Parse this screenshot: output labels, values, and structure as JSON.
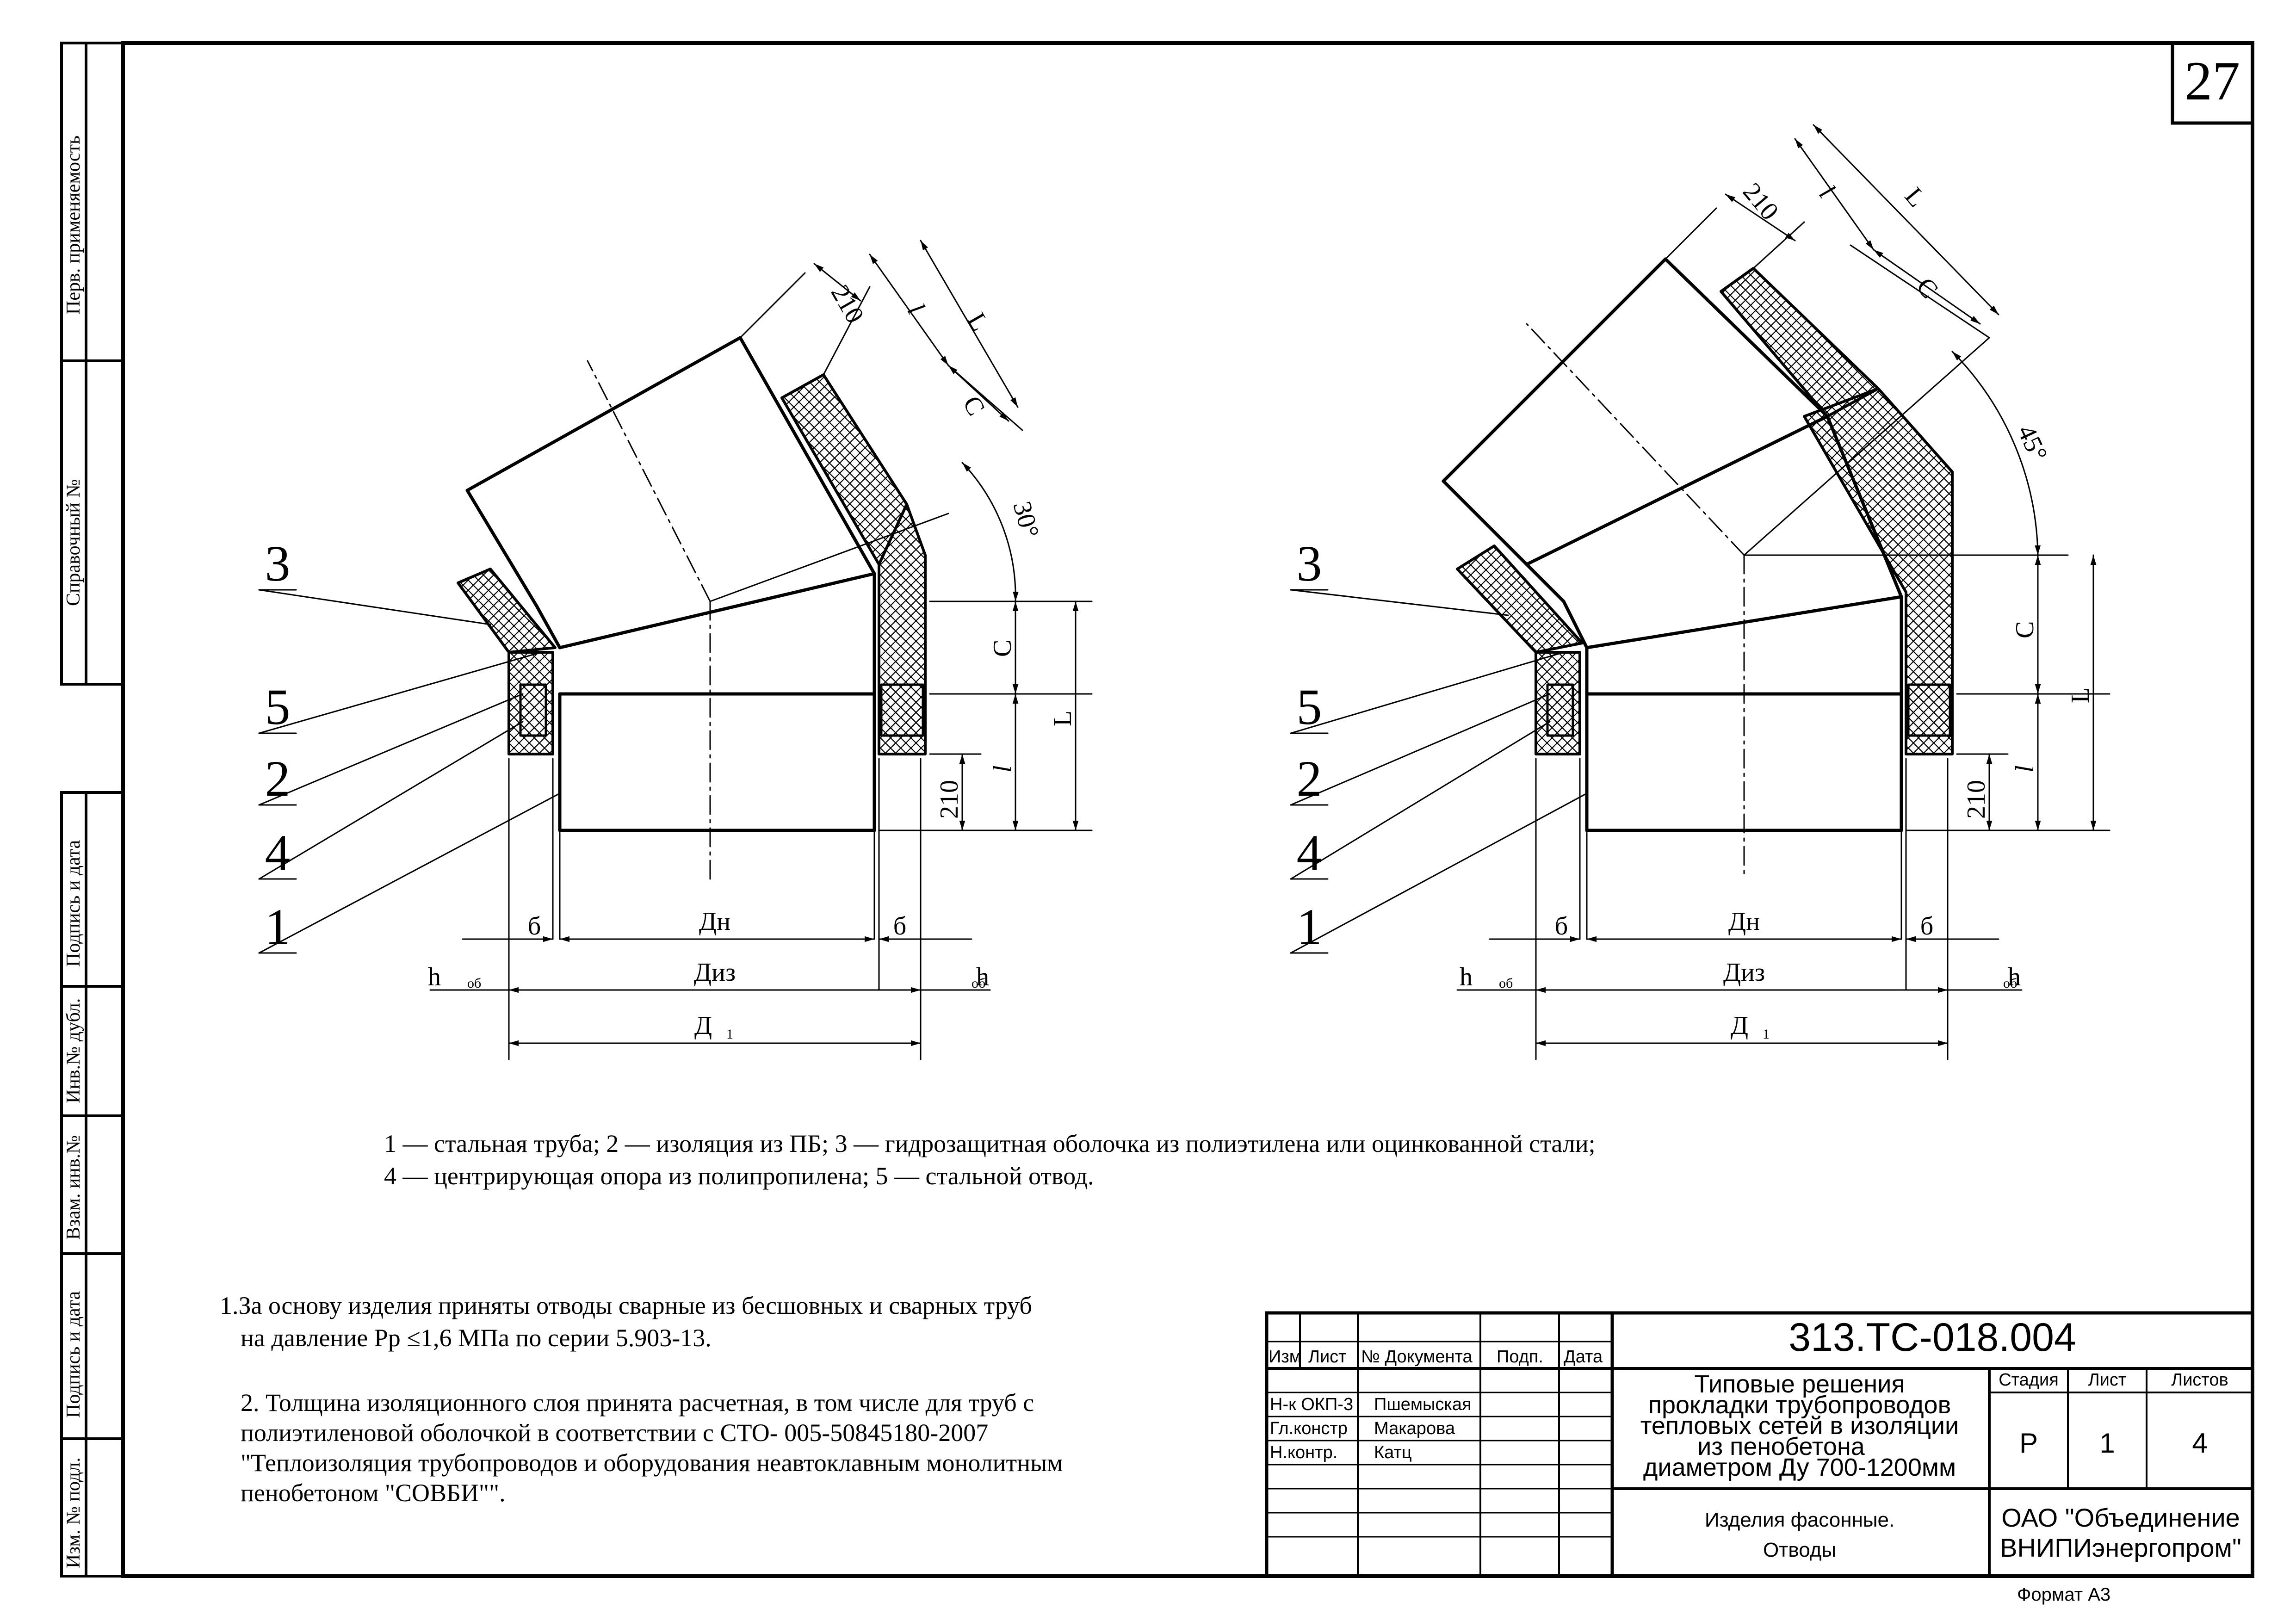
{
  "page_number": "27",
  "sidebar": {
    "first_use": "Перв. применяемость",
    "reference_no": "Справочный №",
    "sign_date_1": "Подпись и дата",
    "inv_dup": "Инв.№ дубл.",
    "vzam_inv": "Взам. инв.№",
    "sign_date_2": "Подпись и дата",
    "inv_orig": "Изм. № подл."
  },
  "left_drawing": {
    "angle": "30°",
    "dims": {
      "d210_top": "210",
      "l_top": "l",
      "L_top": "L",
      "C_top": "C",
      "C_right": "C",
      "l_right": "l",
      "L_right": "L",
      "d210_right": "210",
      "b_left": "б",
      "b_right": "б",
      "dn": "Дн",
      "diz": "Диз",
      "h_left": "h",
      "h_left_sub": "об",
      "h_right": "h",
      "h_right_sub": "об",
      "d1": "Д",
      "d1_sub": "1"
    },
    "callouts": [
      "3",
      "5",
      "2",
      "4",
      "1"
    ]
  },
  "right_drawing": {
    "angle": "45°",
    "dims": {
      "d210_top": "210",
      "l_top": "l",
      "L_top": "L",
      "C_top": "C",
      "C_right": "C",
      "l_right": "l",
      "L_right": "L",
      "d210_right": "210",
      "b_left": "б",
      "b_right": "б",
      "dn": "Дн",
      "diz": "Диз",
      "h_left": "h",
      "h_left_sub": "об",
      "h_right": "h",
      "h_right_sub": "об",
      "d1": "Д",
      "d1_sub": "1"
    },
    "callouts": [
      "3",
      "5",
      "2",
      "4",
      "1"
    ]
  },
  "legend": {
    "line1": "1 — стальная труба; 2 — изоляция из ПБ; 3 — гидрозащитная оболочка из полиэтилена или оцинкованной стали;",
    "line2": "4 — центрирующая опора из полипропилена;  5 — стальной отвод."
  },
  "notes": {
    "n1_l1": "1.За основу изделия приняты отводы сварные из бесшовных и сварных труб",
    "n1_l2": "на давление Pр ≤1,6 МПа по серии 5.903-13.",
    "n2_l1": "2. Толщина изоляционного слоя принята расчетная, в том числе для труб с",
    "n2_l2": "полиэтиленовой оболочкой в соответствии с СТО- 005-50845180-2007",
    "n2_l3": "\"Теплоизоляция трубопроводов и оборудования  неавтоклавным монолитным",
    "n2_l4": "пенобетоном  \"СОВБИ\"\"."
  },
  "title_block": {
    "doc_code": "313.ТС-018.004",
    "headers": {
      "izm": "Изм",
      "list": "Лист",
      "doc_no": "№ Документа",
      "sign": "Подп.",
      "date": "Дата"
    },
    "staff": [
      {
        "role": "Н-к ОКП-3",
        "name": "Пшемыская"
      },
      {
        "role": "Гл.констр",
        "name": "Макарова"
      },
      {
        "role": "Н.контр.",
        "name": "Катц"
      }
    ],
    "title_lines": [
      "Типовые решения",
      "прокладки трубопроводов",
      "тепловых сетей в изоляции",
      "из пенобетона",
      "диаметром Ду 700-1200мм"
    ],
    "subtitle_lines": [
      "Изделия фасонные.",
      "Отводы"
    ],
    "stage_header": "Стадия",
    "sheet_header": "Лист",
    "sheets_header": "Листов",
    "stage": "Р",
    "sheet": "1",
    "sheets": "4",
    "org_lines": [
      "ОАО \"Объединение",
      "ВНИПИэнергопром\""
    ]
  },
  "format": "Формат А3"
}
